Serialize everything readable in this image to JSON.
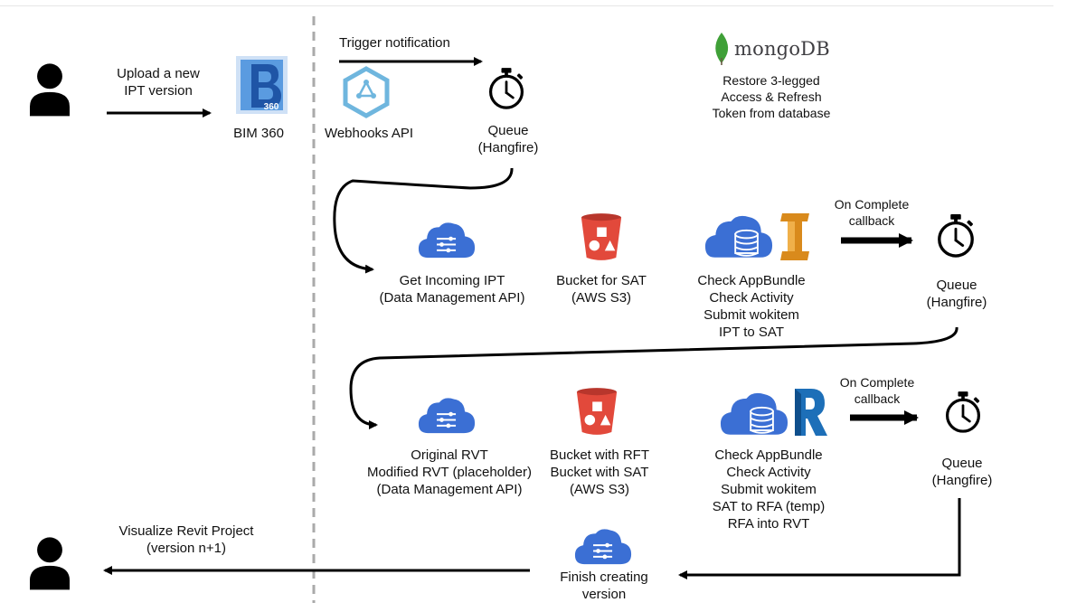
{
  "labels": {
    "upload": "Upload a new\nIPT version",
    "bim360": "BIM 360",
    "bim360_logo_small": "360",
    "trigger": "Trigger notification",
    "webhooks": "Webhooks API",
    "queue1": "Queue\n(Hangfire)",
    "mongo_brand": "mongoDB",
    "mongo_text": "Restore 3-legged\nAccess & Refresh\nToken from database",
    "get_ipt": "Get Incoming IPT\n(Data Management API)",
    "bucket_sat": "Bucket for SAT\n(AWS S3)",
    "check1": "Check AppBundle\nCheck Activity\nSubmit wokitem\nIPT to SAT",
    "oncomplete1": "On Complete\ncallback",
    "queue2": "Queue\n(Hangfire)",
    "rvt": "Original RVT\nModified RVT (placeholder)\n(Data Management API)",
    "bucket_rft": "Bucket with RFT\nBucket with SAT\n(AWS S3)",
    "check2": "Check AppBundle\nCheck Activity\nSubmit wokitem\nSAT to RFA (temp)\nRFA into RVT",
    "oncomplete2": "On Complete\ncallback",
    "queue3": "Queue\n(Hangfire)",
    "visualize": "Visualize Revit Project\n(version n+1)",
    "finish": "Finish creating\nversion"
  },
  "icons": {
    "user": "person-icon",
    "bim360": "bim360-logo-icon",
    "webhooks": "webhooks-hexagon-icon",
    "stopwatch": "stopwatch-icon",
    "mongodb": "mongodb-leaf-icon",
    "cloud_settings": "cloud-settings-icon",
    "s3_bucket": "s3-bucket-icon",
    "cloud_database": "cloud-database-icon",
    "inventor": "inventor-logo-icon",
    "revit": "revit-logo-icon"
  },
  "colors": {
    "arrow": "#000000",
    "divider": "#aaaaaa",
    "cloud_blue": "#3b6fd4",
    "s3_red": "#e2493b",
    "s3_red_dark": "#b8362c",
    "bim360_blue": "#2a6ac8",
    "webhook_blue": "#6fb6de",
    "mongo_green": "#3fa037",
    "inventor_orange": "#d98a1c",
    "revit_blue": "#1d6fb8"
  }
}
